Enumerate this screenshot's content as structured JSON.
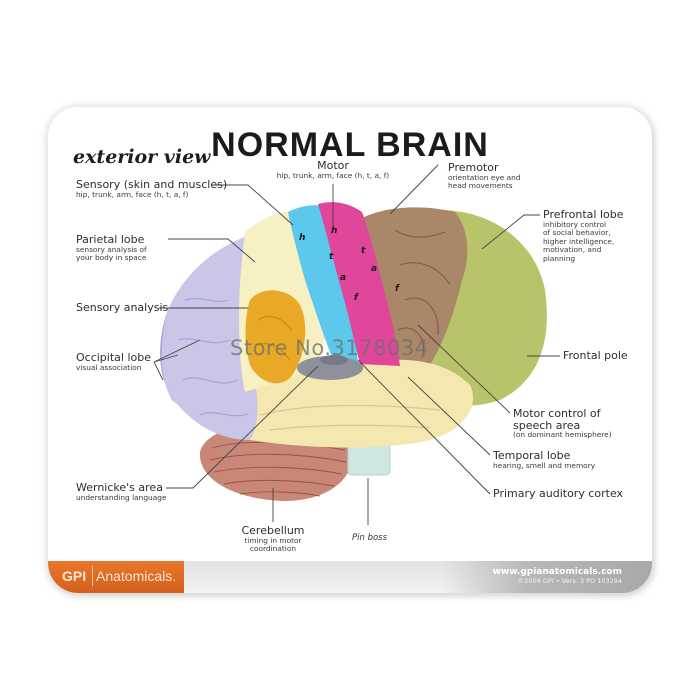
{
  "title": "NORMAL BRAIN",
  "subtitle": "exterior view",
  "labels": {
    "sensory": {
      "heading": "Sensory (skin and muscles)",
      "sub": "hip, trunk, arm, face (h, t, a, f)"
    },
    "motor": {
      "heading": "Motor",
      "sub": "hip, trunk, arm, face (h, t, a, f)"
    },
    "premotor": {
      "heading": "Premotor",
      "sub1": "orientation eye and",
      "sub2": "head movements"
    },
    "prefrontal": {
      "heading": "Prefrontal lobe",
      "sub1": "inhibitory control",
      "sub2": "of social behavior,",
      "sub3": "higher intelligence,",
      "sub4": "motivation, and",
      "sub5": "planning"
    },
    "parietal": {
      "heading": "Parietal lobe",
      "sub1": "sensory analysis of",
      "sub2": "your body in space"
    },
    "sensory_analysis": {
      "heading": "Sensory analysis"
    },
    "occipital": {
      "heading": "Occipital lobe",
      "sub": "visual association"
    },
    "frontal_pole": {
      "heading": "Frontal pole"
    },
    "speech": {
      "heading1": "Motor control of",
      "heading2": "speech area",
      "sub": "(on dominant hemisphere)"
    },
    "temporal": {
      "heading": "Temporal lobe",
      "sub": "hearing, smell and memory"
    },
    "auditory": {
      "heading": "Primary auditory cortex"
    },
    "wernicke": {
      "heading": "Wernicke's area",
      "sub": "understanding language"
    },
    "cerebellum": {
      "heading": "Cerebellum",
      "sub1": "timing in motor",
      "sub2": "coordination"
    },
    "pin_boss": {
      "heading": "Pin boss"
    }
  },
  "region_letters": {
    "sensory": [
      "h",
      "t",
      "a",
      "f"
    ],
    "motor": [
      "h",
      "t",
      "a",
      "f"
    ]
  },
  "watermark": "Store No.3178034",
  "footer": {
    "brand_gpi": "GPI",
    "brand_name": "Anatomicals.",
    "url": "www.gpianatomicals.com",
    "copyright": "©2004 GPI • Vers. 3 PO 103294"
  },
  "colors": {
    "brand_orange": "#e06a22",
    "occipital": "#c9c6e8",
    "parietal": "#f6f0c2",
    "sensory": "#5cc8ec",
    "motor": "#e0469a",
    "premotor": "#a98768",
    "prefrontal": "#b9c46a",
    "temporal": "#f4e7b0",
    "sensory_analysis": "#e9a826",
    "auditory": "#8e919c",
    "cerebellum": "#c98778",
    "pin_boss": "#cfe7e2"
  }
}
